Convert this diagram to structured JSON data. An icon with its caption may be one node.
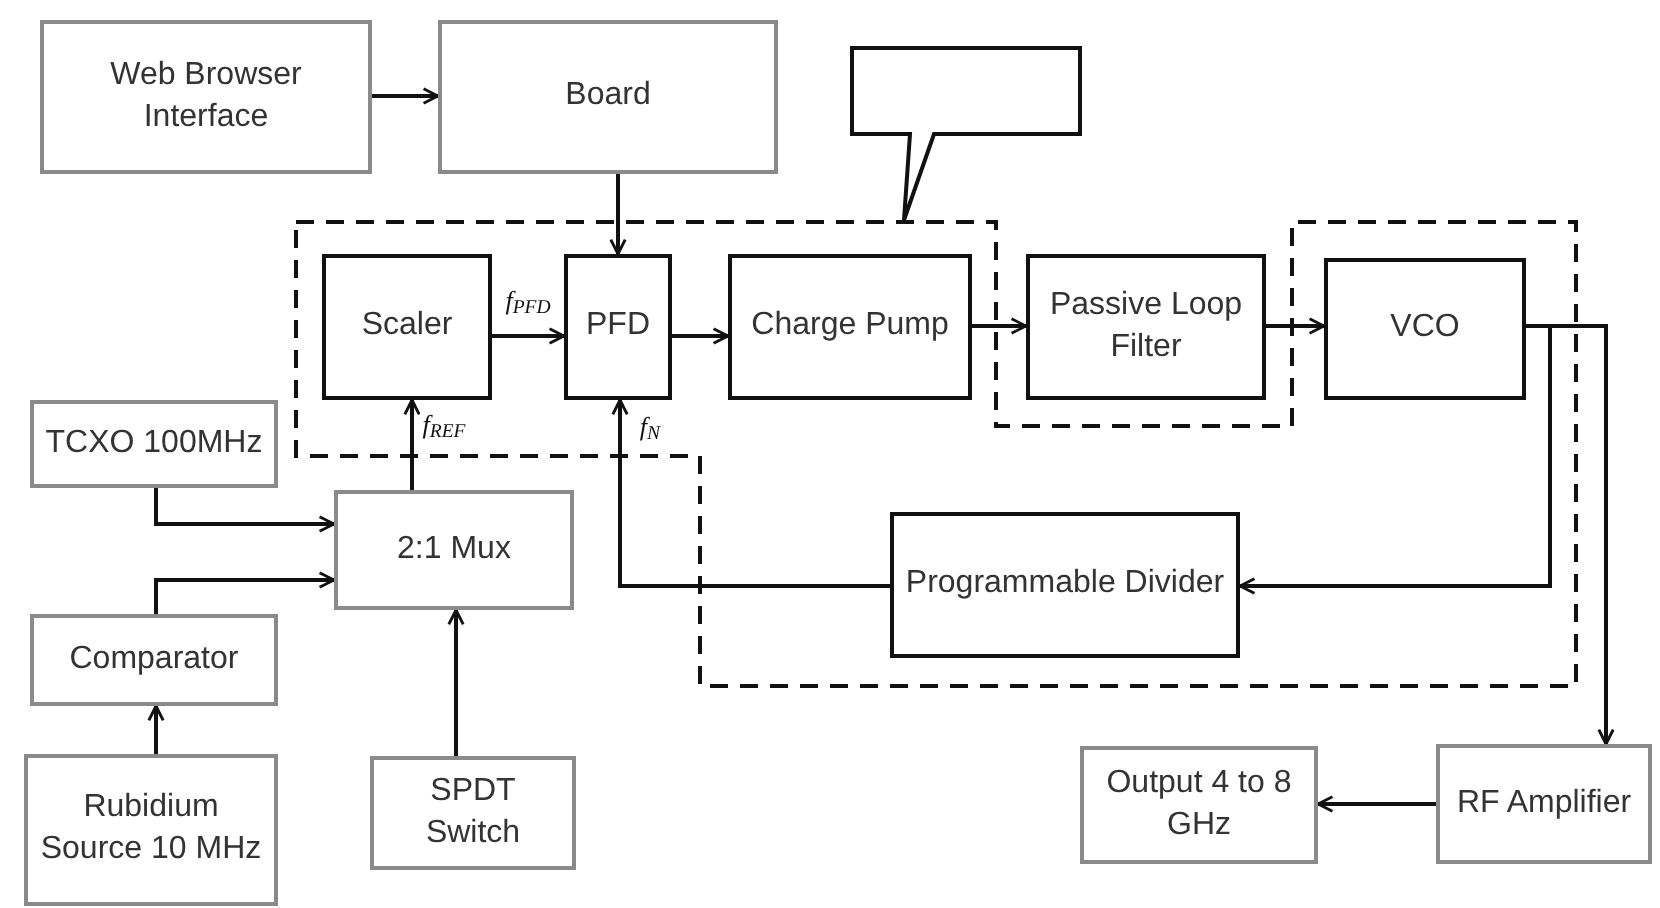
{
  "diagram": {
    "nodes": [
      {
        "text": [
          "Web Browser Interface"
        ]
      },
      {
        "text": [
          "Board"
        ]
      },
      {
        "text": [],
        "shape": "callout"
      },
      {
        "text": [
          "Scaler"
        ]
      },
      {
        "text": [
          "PFD"
        ]
      },
      {
        "text": [
          "Charge Pump"
        ]
      },
      {
        "text": [
          "Passive Loop Filter"
        ]
      },
      {
        "text": [
          "VCO"
        ]
      },
      {
        "text": [
          "TCXO 100MHz"
        ]
      },
      {
        "text": [
          "2:1 Mux"
        ]
      },
      {
        "text": [
          "Programmable Divider"
        ]
      },
      {
        "text": [
          "Comparator"
        ]
      },
      {
        "text": [
          "Rubidium Source 10 MHz"
        ]
      },
      {
        "text": [
          "SPDT Switch"
        ]
      },
      {
        "text": [
          "Output 4 to 8 GHz"
        ]
      },
      {
        "text": [
          "RF Amplifier"
        ]
      }
    ],
    "edges": [
      {
        "from": 0,
        "to": 1,
        "arrow": "to"
      },
      {
        "from": 1,
        "to": 4,
        "arrow": "to"
      },
      {
        "from": 3,
        "to": 4,
        "arrow": "to",
        "label": "f$_{PFD}$"
      },
      {
        "from": 4,
        "to": 5,
        "arrow": "to"
      },
      {
        "from": 5,
        "to": 6,
        "arrow": "to"
      },
      {
        "from": 6,
        "to": 7,
        "arrow": "to"
      },
      {
        "from": 7,
        "to": 15,
        "arrow": "to"
      },
      {
        "from": 7,
        "to": 10,
        "arrow": "to"
      },
      {
        "from": 10,
        "to": 4,
        "arrow": "to",
        "label": "f$_{N}$"
      },
      {
        "from": 9,
        "to": 3,
        "arrow": "to",
        "label": "f$_{REF}$"
      },
      {
        "from": 8,
        "to": 9,
        "arrow": "to"
      },
      {
        "from": 11,
        "to": 9,
        "arrow": "to"
      },
      {
        "from": 12,
        "to": 11,
        "arrow": "to"
      },
      {
        "from": 13,
        "to": 9,
        "arrow": "to"
      },
      {
        "from": 15,
        "to": 14,
        "arrow": "to"
      }
    ]
  }
}
